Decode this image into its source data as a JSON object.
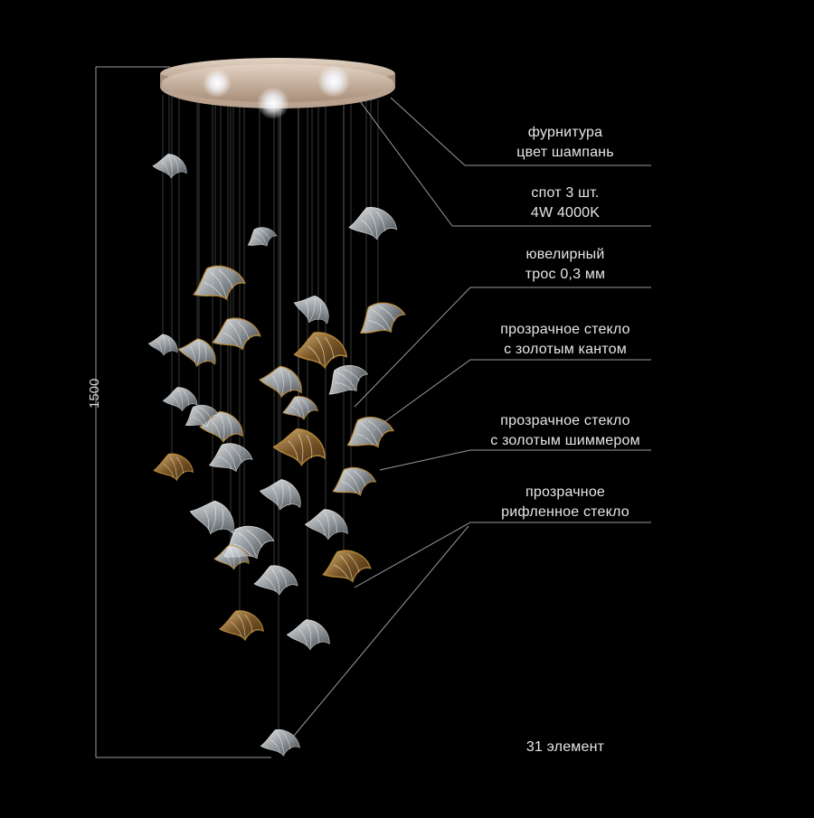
{
  "dimension": {
    "height_label": "1500"
  },
  "callouts": [
    {
      "id": "fittings",
      "line1": "фурнитура",
      "line2": "цвет шампань"
    },
    {
      "id": "spots",
      "line1": "спот 3 шт.",
      "line2": "4W 4000K"
    },
    {
      "id": "cable",
      "line1": "ювелирный",
      "line2": "трос 0,3 мм"
    },
    {
      "id": "clear-gold-edge",
      "line1": "прозрачное стекло",
      "line2": "с золотым кантом"
    },
    {
      "id": "clear-gold-shimmer",
      "line1": "прозрачное стекло",
      "line2": "с золотым шиммером"
    },
    {
      "id": "ribbed",
      "line1": "прозрачное",
      "line2": "рифленное стекло"
    }
  ],
  "element_count": "31 элемент",
  "colors": {
    "background": "#000000",
    "canopy": "#cdb9a8",
    "canopy_edge": "#a68d78",
    "glass": "#e8ecef",
    "gold": "#b8842f",
    "amber_glass": "#6b4a22",
    "text": "#e6e6e6",
    "line": "#9a9a9a"
  }
}
